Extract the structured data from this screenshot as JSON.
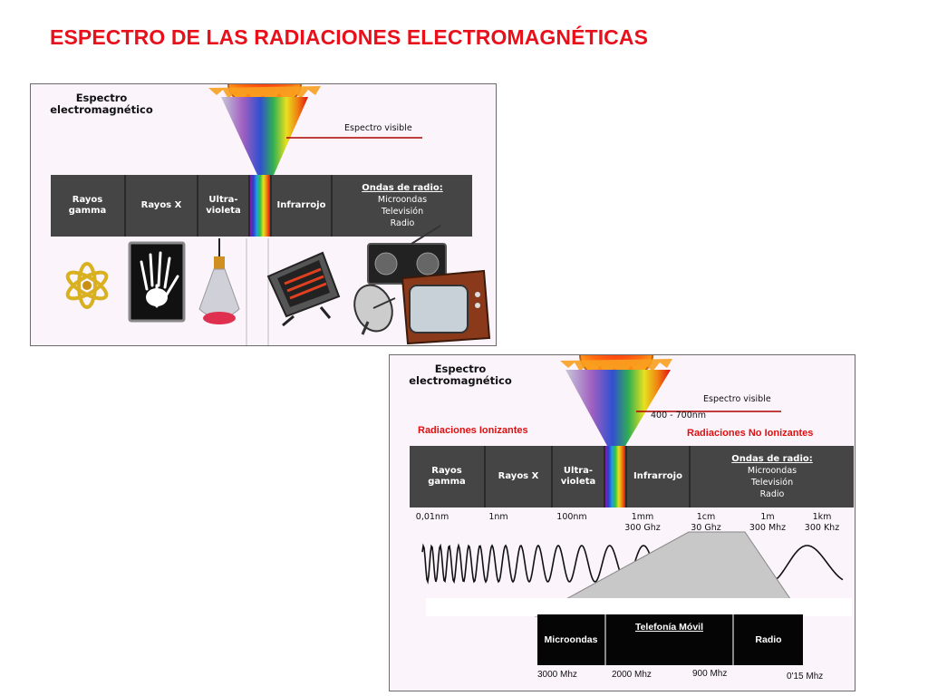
{
  "page_title": "ESPECTRO DE LAS RADIACIONES ELECTROMAGNÉTICAS",
  "panel1": {
    "title_line1": "Espectro",
    "title_line2": "electromagnético",
    "visible_label": "Espectro visible",
    "bands": [
      {
        "line1": "Rayos",
        "line2": "gamma"
      },
      {
        "line1": "Rayos X",
        "line2": ""
      },
      {
        "line1": "Ultra-",
        "line2": "violeta"
      },
      {
        "line1": "Infrarrojo",
        "line2": ""
      }
    ],
    "radio_header": "Ondas de radio:",
    "radio_items": [
      "Microondas",
      "Televisión",
      "Radio"
    ]
  },
  "panel2": {
    "title_line1": "Espectro",
    "title_line2": "electromagnético",
    "visible_label": "Espectro visible",
    "visible_range": "400 - 700nm",
    "ionizing_label": "Radiaciones Ionizantes",
    "non_ionizing_label": "Radiaciones No Ionizantes",
    "bands": [
      {
        "line1": "Rayos",
        "line2": "gamma"
      },
      {
        "line1": "Rayos X",
        "line2": ""
      },
      {
        "line1": "Ultra-",
        "line2": "violeta"
      },
      {
        "line1": "Infrarrojo",
        "line2": ""
      }
    ],
    "radio_header": "Ondas de radio:",
    "radio_items": [
      "Microondas",
      "Televisión",
      "Radio"
    ],
    "ticks": [
      {
        "l1": "0,01nm",
        "l2": ""
      },
      {
        "l1": "1nm",
        "l2": ""
      },
      {
        "l1": "100nm",
        "l2": ""
      },
      {
        "l1": "1mm",
        "l2": "300 Ghz"
      },
      {
        "l1": "1cm",
        "l2": "30 Ghz"
      },
      {
        "l1": "1m",
        "l2": "300 Mhz"
      },
      {
        "l1": "1km",
        "l2": "300 Khz"
      }
    ],
    "zoom_bands": [
      "Microondas",
      "Telefonía Móvil",
      "Radio"
    ],
    "zoom_freqs": [
      "3000 Mhz",
      "2000 Mhz",
      "900 Mhz",
      "0'15 Mhz"
    ]
  },
  "colors": {
    "title_red": "#e8101a",
    "band_gray": "#454545",
    "label_red": "#e01010"
  }
}
